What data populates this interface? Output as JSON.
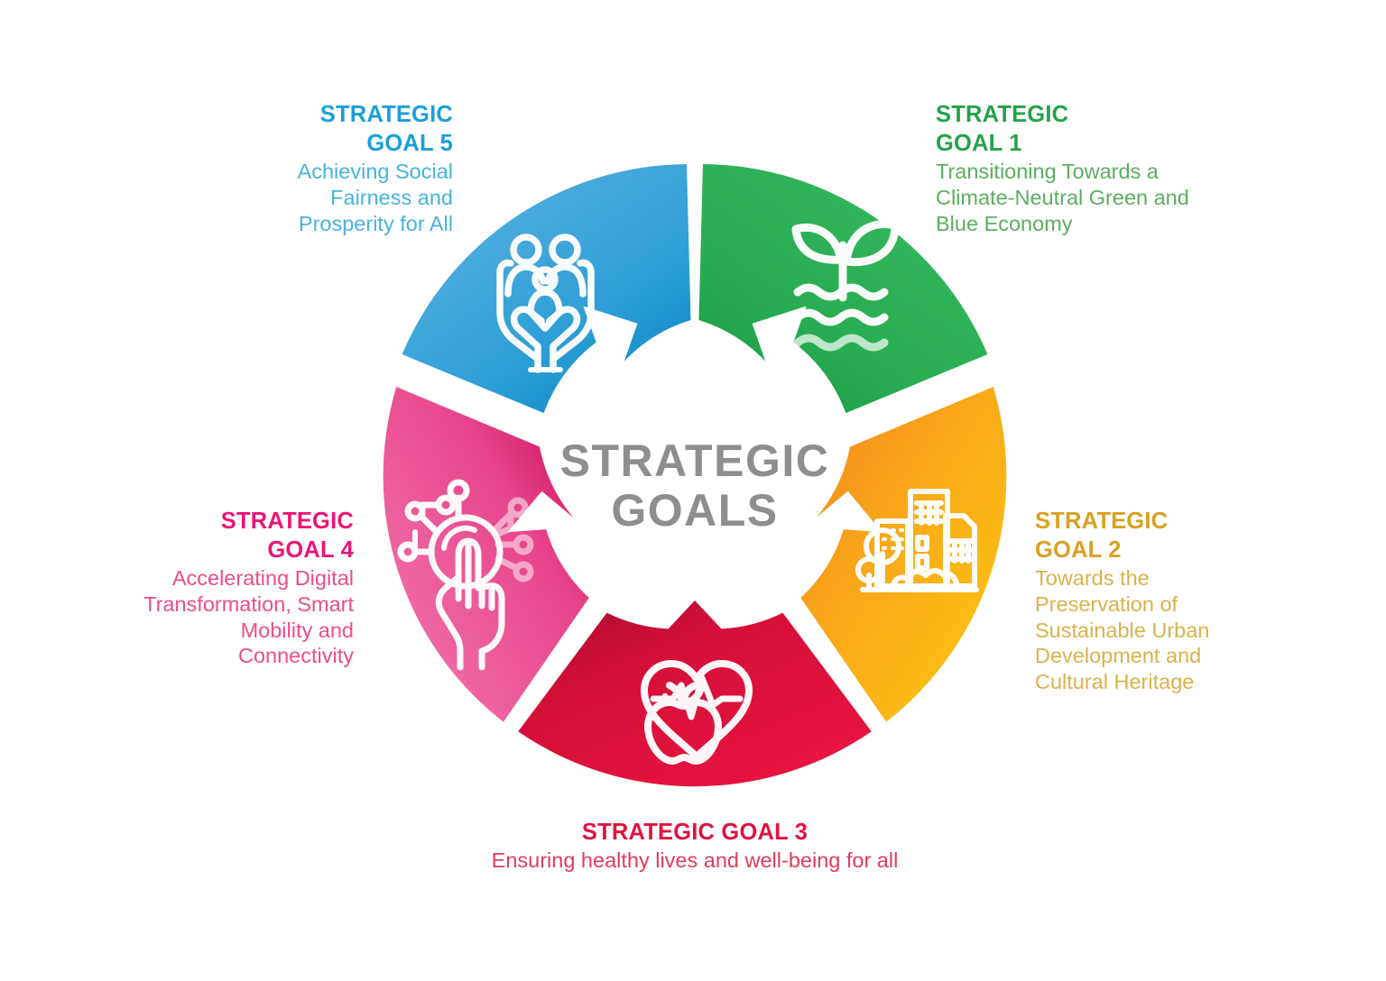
{
  "center": {
    "line1": "STRATEGIC",
    "line2": "GOALS"
  },
  "goals": [
    {
      "id": 1,
      "title": "STRATEGIC GOAL 1",
      "title_line1": "STRATEGIC",
      "title_line2": "GOAL 1",
      "description": "Transitioning Towards a Climate-Neutral Green and Blue Economy",
      "color": "#2CAF53",
      "color_dark": "#16913F",
      "title_color": "#25A249",
      "desc_color": "#5BAE5F",
      "icon": "sprout-water-icon",
      "icon_meaning": "plant sprout above water waves"
    },
    {
      "id": 2,
      "title": "STRATEGIC GOAL 2",
      "title_line1": "STRATEGIC",
      "title_line2": "GOAL 2",
      "description": "Towards the Preservation of Sustainable Urban Development and Cultural Heritage",
      "color": "#FBBA16",
      "color_dark": "#F58A1F",
      "title_color": "#D9A022",
      "desc_color": "#D9B24A",
      "icon": "city-buildings-icon",
      "icon_meaning": "urban buildings with trees"
    },
    {
      "id": 3,
      "title": "STRATEGIC GOAL 3",
      "title_line1": "STRATEGIC GOAL 3",
      "title_line2": "",
      "description": "Ensuring healthy lives and well-being for all",
      "color": "#E5123F",
      "color_dark": "#B30D35",
      "title_color": "#E0133F",
      "desc_color": "#E23C5C",
      "icon": "heart-apple-pulse-icon",
      "icon_meaning": "heart with heartbeat line and apple"
    },
    {
      "id": 4,
      "title": "STRATEGIC GOAL 4",
      "title_line1": "STRATEGIC",
      "title_line2": "GOAL 4",
      "description": "Accelerating Digital Transformation, Smart Mobility and Connectivity",
      "color": "#EE6BA5",
      "color_dark": "#D31A63",
      "title_color": "#EC1577",
      "desc_color": "#EE4C8B",
      "icon": "hand-touch-network-icon",
      "icon_meaning": "hand touching digital network node"
    },
    {
      "id": 5,
      "title": "STRATEGIC GOAL 5",
      "title_line1": "STRATEGIC",
      "title_line2": "GOAL 5",
      "description": "Achieving Social Fairness and Prosperity for All",
      "color": "#4AA8DD",
      "color_dark": "#1089C6",
      "title_color": "#1B9FD8",
      "desc_color": "#47B3DD",
      "icon": "hands-family-icon",
      "icon_meaning": "hands holding a family of three"
    }
  ],
  "labels": {
    "goal1_l1": "STRATEGIC",
    "goal1_l2": "GOAL 1",
    "goal1_desc": "Transitioning Towards a Climate-Neutral Green and Blue Economy",
    "goal2_l1": "STRATEGIC",
    "goal2_l2": "GOAL 2",
    "goal2_desc": "Towards the Preservation of Sustainable Urban Development and Cultural Heritage",
    "goal3_title": "STRATEGIC GOAL 3",
    "goal3_desc": "Ensuring healthy lives and well-being for all",
    "goal4_l1": "STRATEGIC",
    "goal4_l2": "GOAL 4",
    "goal4_desc": "Accelerating Digital Transformation, Smart Mobility and Connectivity",
    "goal5_l1": "STRATEGIC",
    "goal5_l2": "GOAL 5",
    "goal5_desc": "Achieving Social Fairness and Prosperity for All"
  },
  "colors": {
    "background": "#FFFFFF",
    "center_text": "#8E8E8E"
  }
}
